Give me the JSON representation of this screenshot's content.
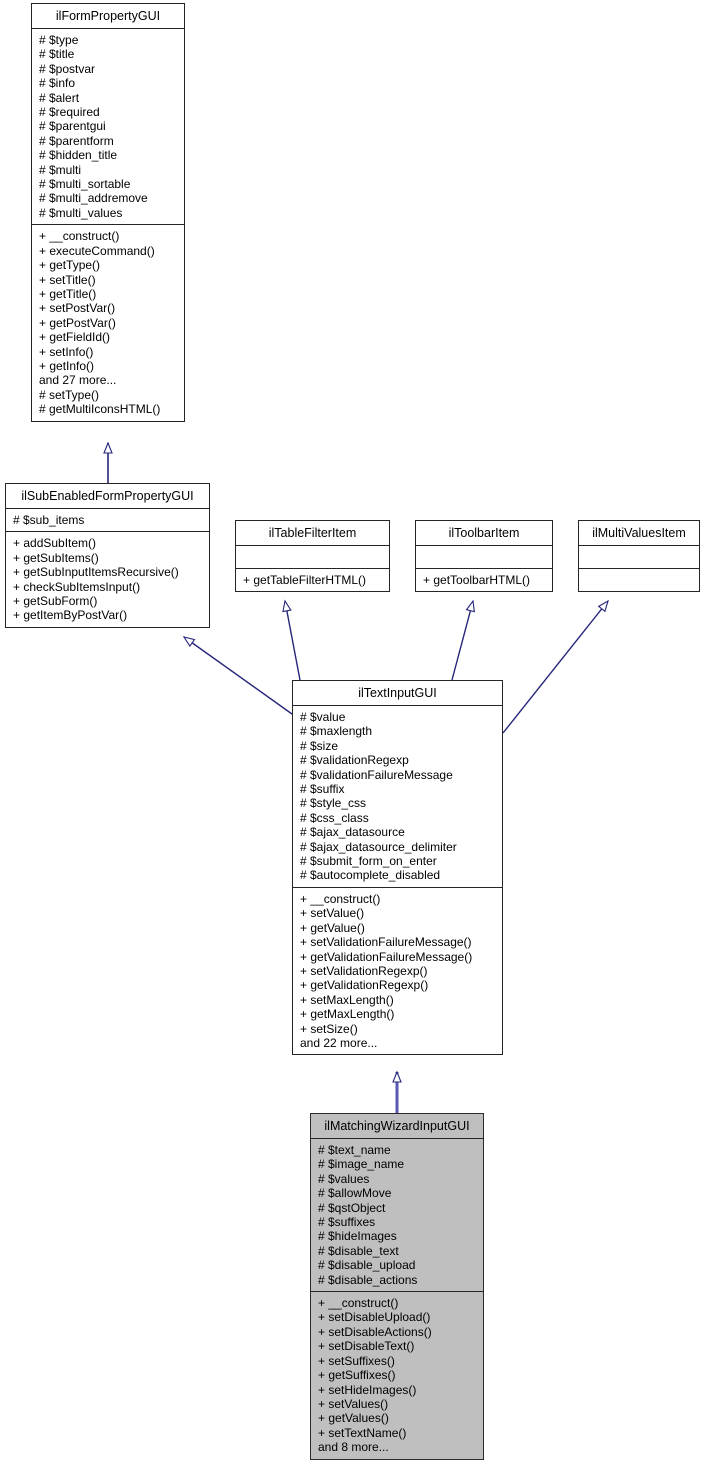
{
  "diagram": {
    "type": "uml-class-diagram",
    "title": "ilMatchingWizardInputGUI inheritance diagram",
    "edge_kind": "generalization",
    "edge_color": "#26267a",
    "fill_highlight": "#bfbfbf",
    "fill_plain": "#ffffff",
    "border_color": "#252525"
  },
  "classes": [
    {
      "id": "ilFormPropertyGUI",
      "name": "ilFormPropertyGUI",
      "highlighted": false,
      "attributes": [
        "# $type",
        "# $title",
        "# $postvar",
        "# $info",
        "# $alert",
        "# $required",
        "# $parentgui",
        "# $parentform",
        "# $hidden_title",
        "# $multi",
        "# $multi_sortable",
        "# $multi_addremove",
        "# $multi_values"
      ],
      "methods": [
        "+ __construct()",
        "+ executeCommand()",
        "+ getType()",
        "+ setTitle()",
        "+ getTitle()",
        "+ setPostVar()",
        "+ getPostVar()",
        "+ getFieldId()",
        "+ setInfo()",
        "+ getInfo()",
        "and 27 more...",
        "# setType()",
        "# getMultiIconsHTML()"
      ]
    },
    {
      "id": "ilSubEnabledFormPropertyGUI",
      "name": "ilSubEnabledFormPropertyGUI",
      "highlighted": false,
      "attributes": [
        "# $sub_items"
      ],
      "methods": [
        "+ addSubItem()",
        "+ getSubItems()",
        "+ getSubInputItemsRecursive()",
        "+ checkSubItemsInput()",
        "+ getSubForm()",
        "+ getItemByPostVar()"
      ]
    },
    {
      "id": "ilTableFilterItem",
      "name": "ilTableFilterItem",
      "highlighted": false,
      "attributes": [],
      "methods": [
        "+ getTableFilterHTML()"
      ]
    },
    {
      "id": "ilToolbarItem",
      "name": "ilToolbarItem",
      "highlighted": false,
      "attributes": [],
      "methods": [
        "+ getToolbarHTML()"
      ]
    },
    {
      "id": "ilMultiValuesItem",
      "name": "ilMultiValuesItem",
      "highlighted": false,
      "attributes": [],
      "methods": []
    },
    {
      "id": "ilTextInputGUI",
      "name": "ilTextInputGUI",
      "highlighted": false,
      "attributes": [
        "# $value",
        "# $maxlength",
        "# $size",
        "# $validationRegexp",
        "# $validationFailureMessage",
        "# $suffix",
        "# $style_css",
        "# $css_class",
        "# $ajax_datasource",
        "# $ajax_datasource_delimiter",
        "# $submit_form_on_enter",
        "# $autocomplete_disabled"
      ],
      "methods": [
        "+ __construct()",
        "+ setValue()",
        "+ getValue()",
        "+ setValidationFailureMessage()",
        "+ getValidationFailureMessage()",
        "+ setValidationRegexp()",
        "+ getValidationRegexp()",
        "+ setMaxLength()",
        "+ getMaxLength()",
        "+ setSize()",
        "and 22 more..."
      ]
    },
    {
      "id": "ilMatchingWizardInputGUI",
      "name": "ilMatchingWizardInputGUI",
      "highlighted": true,
      "attributes": [
        "# $text_name",
        "# $image_name",
        "# $values",
        "# $allowMove",
        "# $qstObject",
        "# $suffixes",
        "# $hideImages",
        "# $disable_text",
        "# $disable_upload",
        "# $disable_actions"
      ],
      "methods": [
        "+ __construct()",
        "+ setDisableUpload()",
        "+ setDisableActions()",
        "+ setDisableText()",
        "+ setSuffixes()",
        "+ getSuffixes()",
        "+ setHideImages()",
        "+ setValues()",
        "+ getValues()",
        "+ setTextName()",
        "and 8 more..."
      ]
    }
  ],
  "edges": [
    {
      "from": "ilSubEnabledFormPropertyGUI",
      "to": "ilFormPropertyGUI",
      "kind": "generalization"
    },
    {
      "from": "ilTextInputGUI",
      "to": "ilSubEnabledFormPropertyGUI",
      "kind": "generalization"
    },
    {
      "from": "ilTextInputGUI",
      "to": "ilTableFilterItem",
      "kind": "generalization"
    },
    {
      "from": "ilTextInputGUI",
      "to": "ilToolbarItem",
      "kind": "generalization"
    },
    {
      "from": "ilTextInputGUI",
      "to": "ilMultiValuesItem",
      "kind": "generalization"
    },
    {
      "from": "ilMatchingWizardInputGUI",
      "to": "ilTextInputGUI",
      "kind": "generalization"
    }
  ]
}
